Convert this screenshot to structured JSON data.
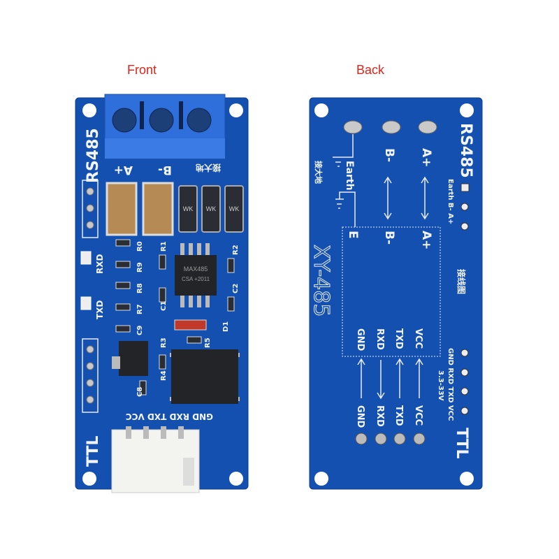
{
  "captions": {
    "front": "Front",
    "back": "Back"
  },
  "colors": {
    "pcb": "#1450b0",
    "caption": "#e0241b",
    "terminal": "#2e6fdc"
  },
  "front": {
    "rs485": "RS485",
    "a_plus": "A+",
    "b_minus": "B-",
    "earth_cn": "接大地",
    "tvs_mark": "WK",
    "rxd": "RXD",
    "txd": "TXD",
    "refs": [
      "R0",
      "R9",
      "R8",
      "R7",
      "C9",
      "R1",
      "R2",
      "C2",
      "C1",
      "D1",
      "R5",
      "R3",
      "R4",
      "C8"
    ],
    "chip_main": "MAX485",
    "chip_main_sub": "CSA +2011",
    "ttl": "TTL",
    "ttl_pins": "GND RXD TXD VCC"
  },
  "back": {
    "rs485": "RS485",
    "earth": "Earth",
    "earth_cn": "接大地",
    "b_minus": "B-",
    "a_plus": "A+",
    "e": "E",
    "model": "XY-485",
    "wiring_cn": "接线图",
    "rs485_pins": "Earth B- A+",
    "inner_pins": [
      "GND",
      "RXD",
      "TXD",
      "VCC"
    ],
    "outer_pins": [
      "GND",
      "RXD",
      "TXD",
      "VCC"
    ],
    "ttl_pins": "GND RXD TXD VCC",
    "voltage": "3.3-33V",
    "ttl": "TTL"
  }
}
